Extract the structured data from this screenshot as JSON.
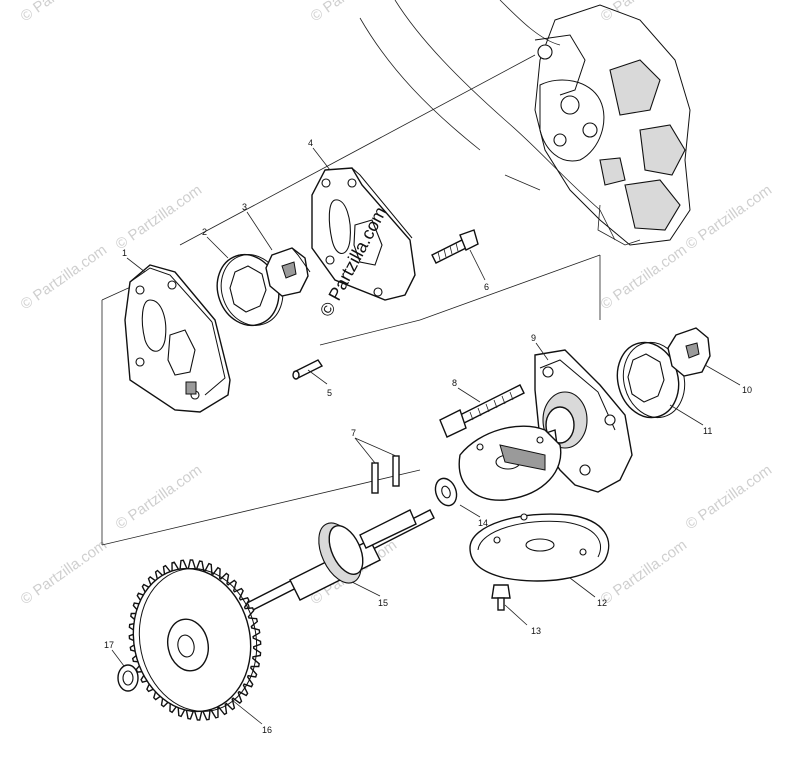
{
  "watermark": {
    "tile_text": "© Partzilla.com",
    "center_text": "© Partzilla.com"
  },
  "callouts": [
    {
      "id": "1",
      "text": "1"
    },
    {
      "id": "2",
      "text": "2"
    },
    {
      "id": "3a",
      "text": "3"
    },
    {
      "id": "4",
      "text": "4"
    },
    {
      "id": "5",
      "text": "5"
    },
    {
      "id": "6",
      "text": "6"
    },
    {
      "id": "7",
      "text": "7"
    },
    {
      "id": "8",
      "text": "8"
    },
    {
      "id": "9",
      "text": "9"
    },
    {
      "id": "10",
      "text": "10"
    },
    {
      "id": "11",
      "text": "11"
    },
    {
      "id": "12",
      "text": "12"
    },
    {
      "id": "13",
      "text": "13"
    },
    {
      "id": "14",
      "text": "14"
    },
    {
      "id": "15",
      "text": "15"
    },
    {
      "id": "16",
      "text": "16"
    },
    {
      "id": "17",
      "text": "17"
    }
  ]
}
